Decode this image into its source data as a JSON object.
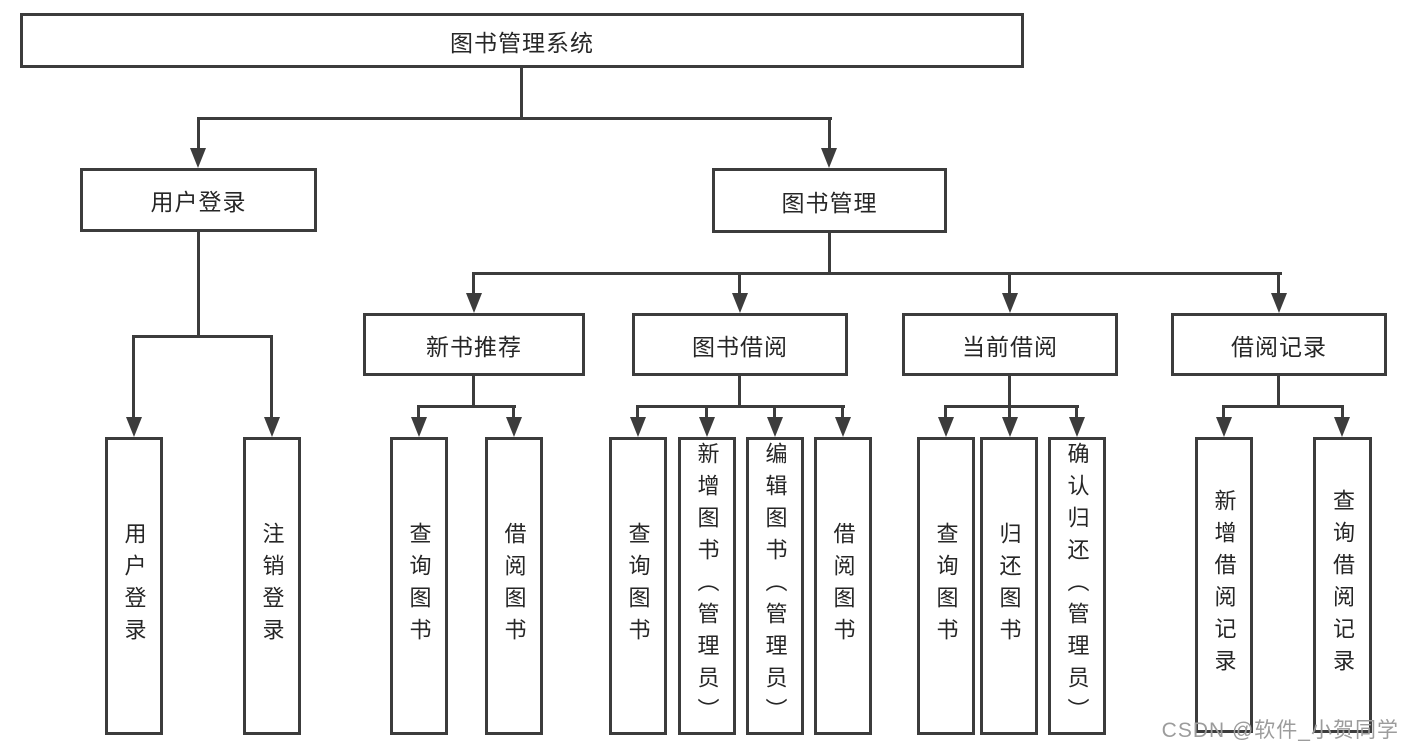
{
  "colors": {
    "line": "#3c3c3c",
    "text": "#262626",
    "watermark": "#9c9c9c",
    "background": "#ffffff"
  },
  "watermark": "CSDN @软件_小贺同学",
  "tree": {
    "root": "图书管理系统",
    "branches": [
      {
        "label": "用户登录",
        "leaves": [
          "用户登录",
          "注销登录"
        ]
      },
      {
        "label": "图书管理",
        "children": [
          {
            "label": "新书推荐",
            "leaves": [
              "查询图书",
              "借阅图书"
            ]
          },
          {
            "label": "图书借阅",
            "leaves": [
              "查询图书",
              "新增图书（管理员）",
              "编辑图书（管理员）",
              "借阅图书"
            ]
          },
          {
            "label": "当前借阅",
            "leaves": [
              "查询图书",
              "归还图书",
              "确认归还（管理员）"
            ]
          },
          {
            "label": "借阅记录",
            "leaves": [
              "新增借阅记录",
              "查询借阅记录"
            ]
          }
        ]
      }
    ]
  }
}
